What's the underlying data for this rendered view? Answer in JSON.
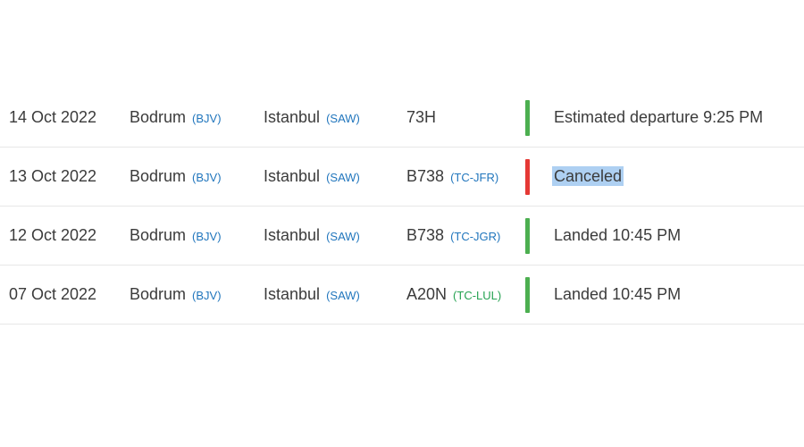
{
  "colors": {
    "link": "#2176bd",
    "text": "#3b3b3b",
    "green": "#4caf50",
    "red": "#e53935",
    "selection": "#aed0f2"
  },
  "rows": [
    {
      "date": "14 Oct 2022",
      "origin": "Bodrum",
      "origin_code": "(BJV)",
      "dest": "Istanbul",
      "dest_code": "(SAW)",
      "aircraft": "73H",
      "reg": "",
      "reg_color": "#2176bd",
      "bar_color": "#4caf50",
      "status": "Estimated departure 9:25 PM",
      "status_bg": ""
    },
    {
      "date": "13 Oct 2022",
      "origin": "Bodrum",
      "origin_code": "(BJV)",
      "dest": "Istanbul",
      "dest_code": "(SAW)",
      "aircraft": "B738",
      "reg": "(TC-JFR)",
      "reg_color": "#2176bd",
      "bar_color": "#e53935",
      "status": "Canceled",
      "status_bg": "#aed0f2"
    },
    {
      "date": "12 Oct 2022",
      "origin": "Bodrum",
      "origin_code": "(BJV)",
      "dest": "Istanbul",
      "dest_code": "(SAW)",
      "aircraft": "B738",
      "reg": "(TC-JGR)",
      "reg_color": "#2176bd",
      "bar_color": "#4caf50",
      "status": "Landed 10:45 PM",
      "status_bg": ""
    },
    {
      "date": "07 Oct 2022",
      "origin": "Bodrum",
      "origin_code": "(BJV)",
      "dest": "Istanbul",
      "dest_code": "(SAW)",
      "aircraft": "A20N",
      "reg": "(TC-LUL)",
      "reg_color": "#27a353",
      "bar_color": "#4caf50",
      "status": "Landed 10:45 PM",
      "status_bg": ""
    }
  ]
}
